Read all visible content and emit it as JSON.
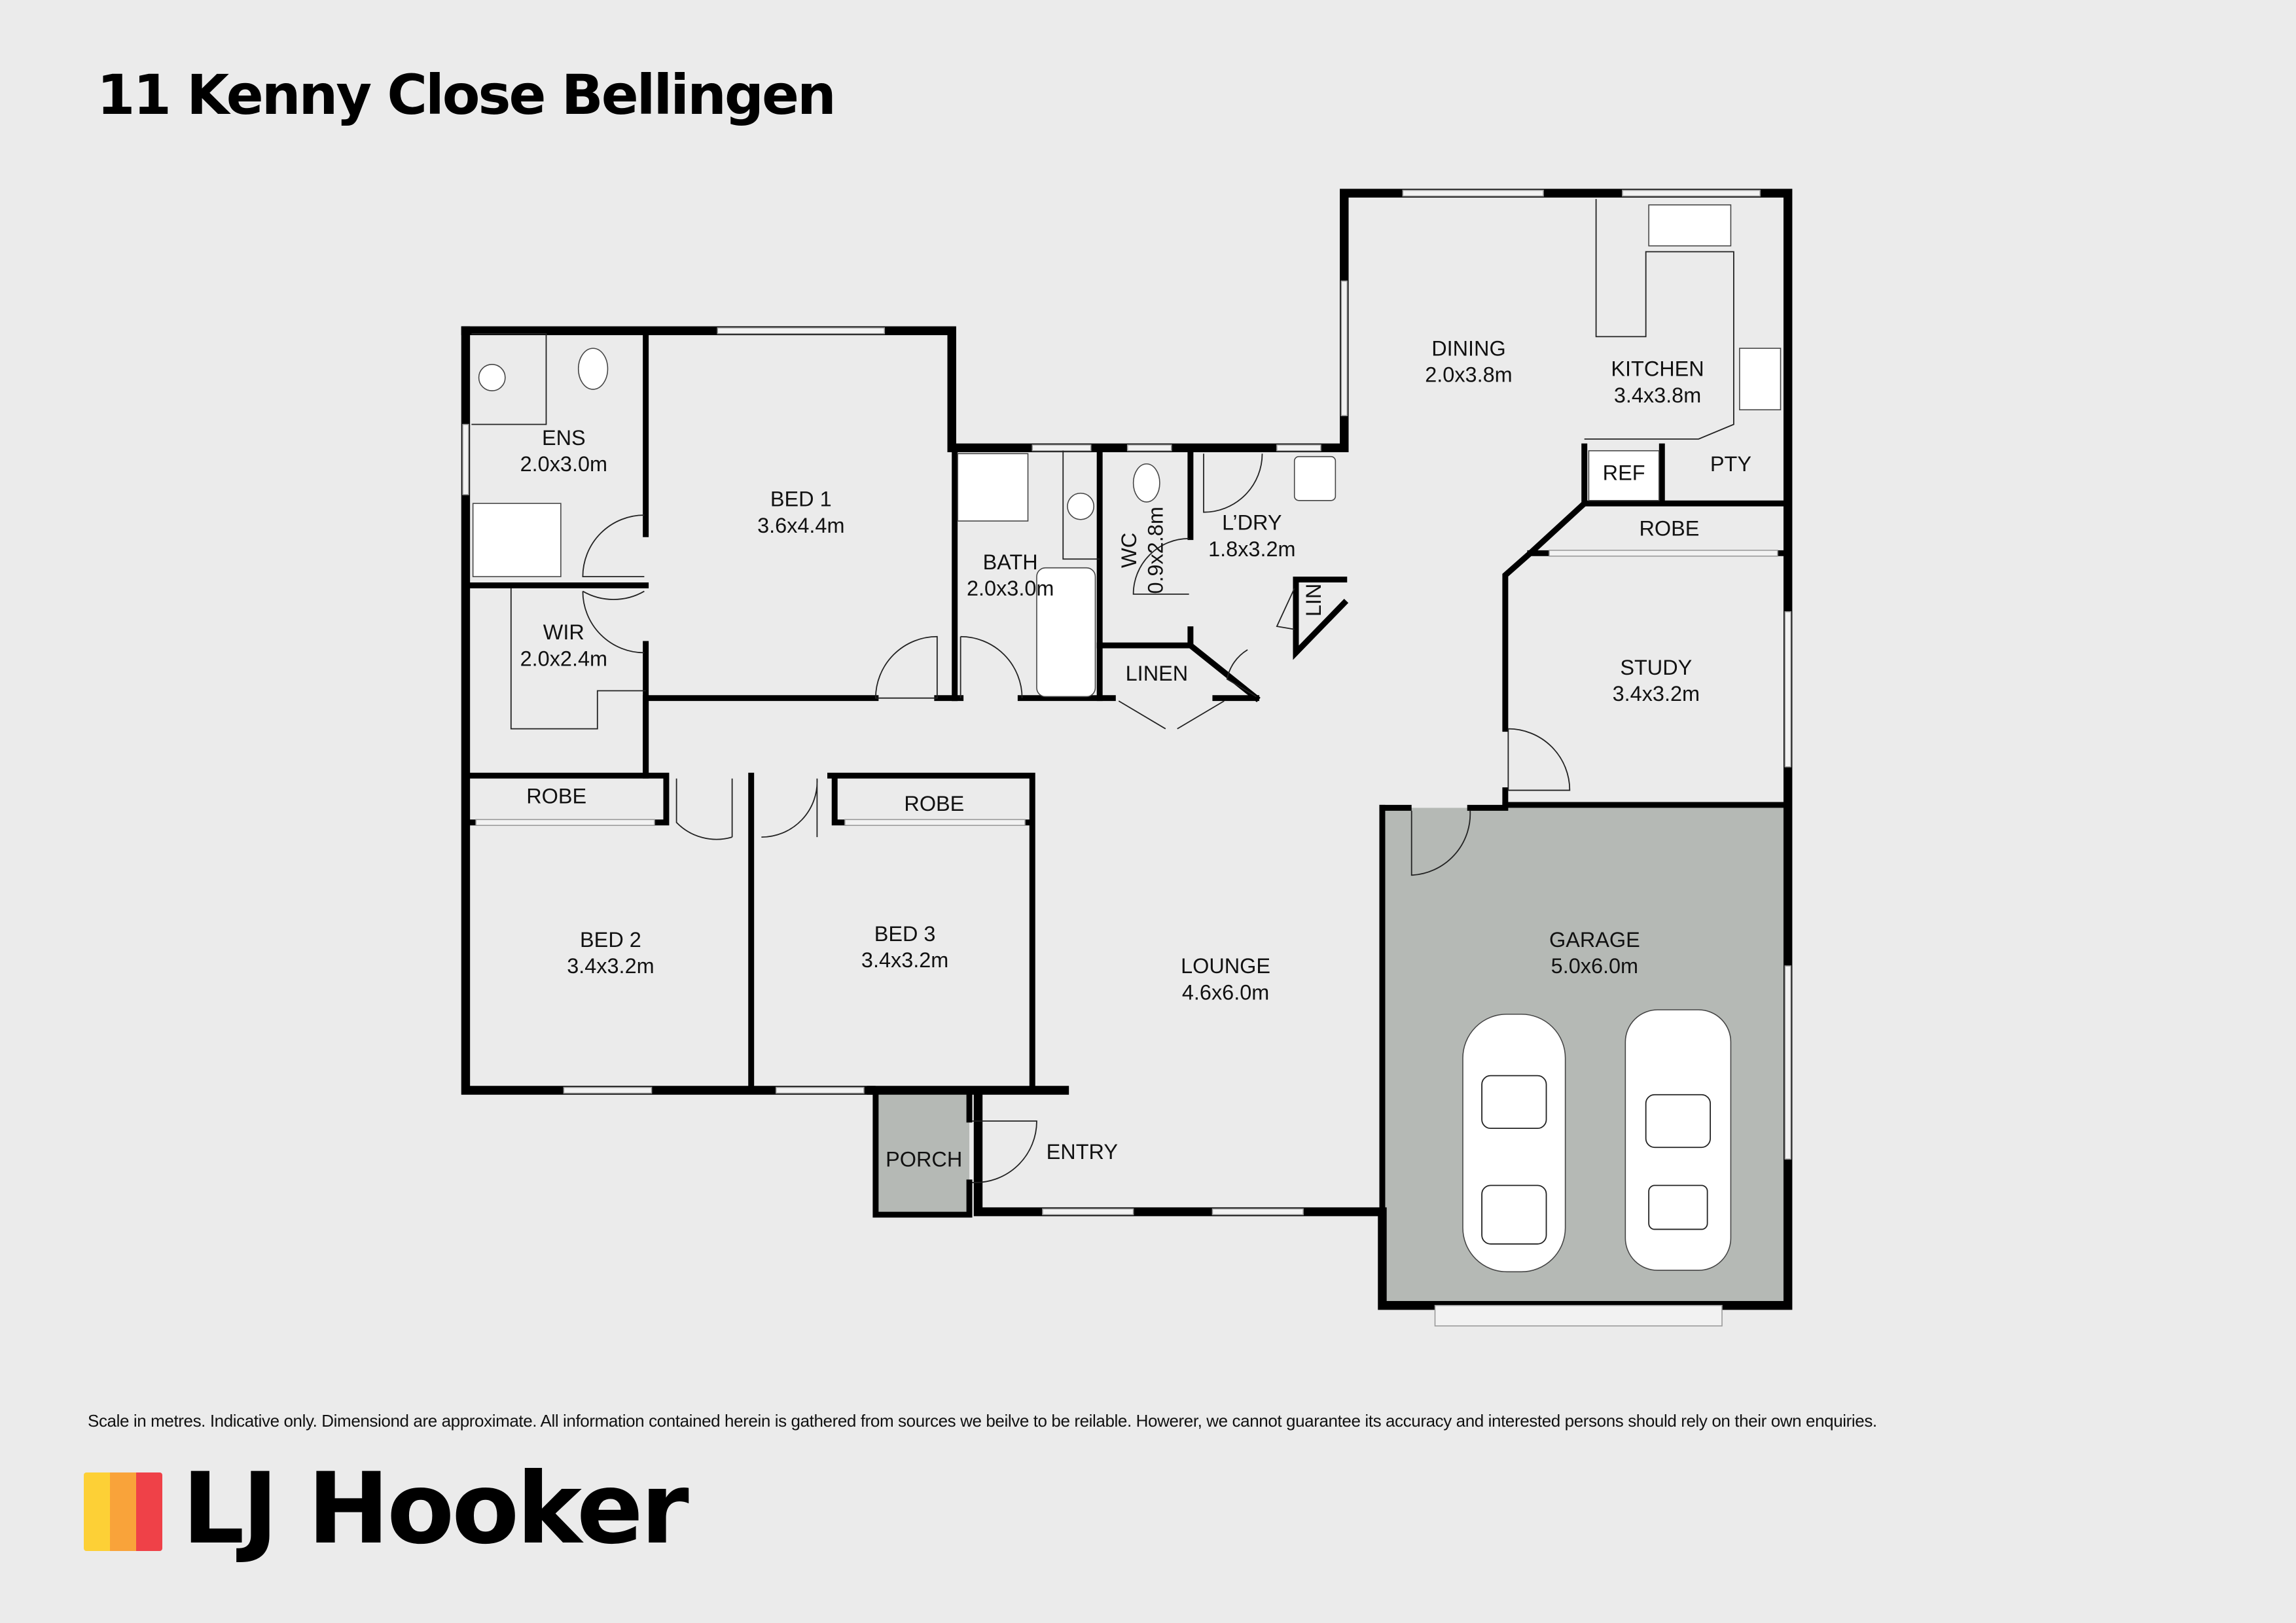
{
  "header": {
    "title": "11 Kenny Close Bellingen"
  },
  "rooms": {
    "ens": {
      "name": "ENS",
      "size": "2.0x3.0m"
    },
    "wir": {
      "name": "WIR",
      "size": "2.0x2.4m"
    },
    "bed1": {
      "name": "BED 1",
      "size": "3.6x4.4m"
    },
    "bath": {
      "name": "BATH",
      "size": "2.0x3.0m"
    },
    "wc": {
      "name": "WC",
      "size": "0.9x2.8m"
    },
    "ldry": {
      "name": "L’DRY",
      "size": "1.8x3.2m"
    },
    "lin": {
      "name": "LIN"
    },
    "linen": {
      "name": "LINEN"
    },
    "dining": {
      "name": "DINING",
      "size": "2.0x3.8m"
    },
    "kitchen": {
      "name": "KITCHEN",
      "size": "3.4x3.8m"
    },
    "ref": {
      "name": "REF"
    },
    "pty": {
      "name": "PTY"
    },
    "robe_study": {
      "name": "ROBE"
    },
    "study": {
      "name": "STUDY",
      "size": "3.4x3.2m"
    },
    "robe_bed2": {
      "name": "ROBE"
    },
    "robe_bed3": {
      "name": "ROBE"
    },
    "bed2": {
      "name": "BED 2",
      "size": "3.4x3.2m"
    },
    "bed3": {
      "name": "BED 3",
      "size": "3.4x3.2m"
    },
    "lounge": {
      "name": "LOUNGE",
      "size": "4.6x6.0m"
    },
    "garage": {
      "name": "GARAGE",
      "size": "5.0x6.0m"
    },
    "porch": {
      "name": "PORCH"
    },
    "entry": {
      "name": "ENTRY"
    }
  },
  "colors": {
    "background": "#ebebeb",
    "walls": "#000000",
    "garage_fill": "#b5b9b5",
    "logo_yellow": "#fdd036",
    "logo_orange": "#f9a33a",
    "logo_red": "#ef4148"
  },
  "footer": {
    "disclaimer": "Scale in metres. Indicative only. Dimensiond are approximate. All information contained herein is gathered from sources we beilve to be reilable. Howerer, we cannot guarantee its accuracy and interested persons should rely on their own enquiries.",
    "logo_text": "LJ Hooker"
  }
}
